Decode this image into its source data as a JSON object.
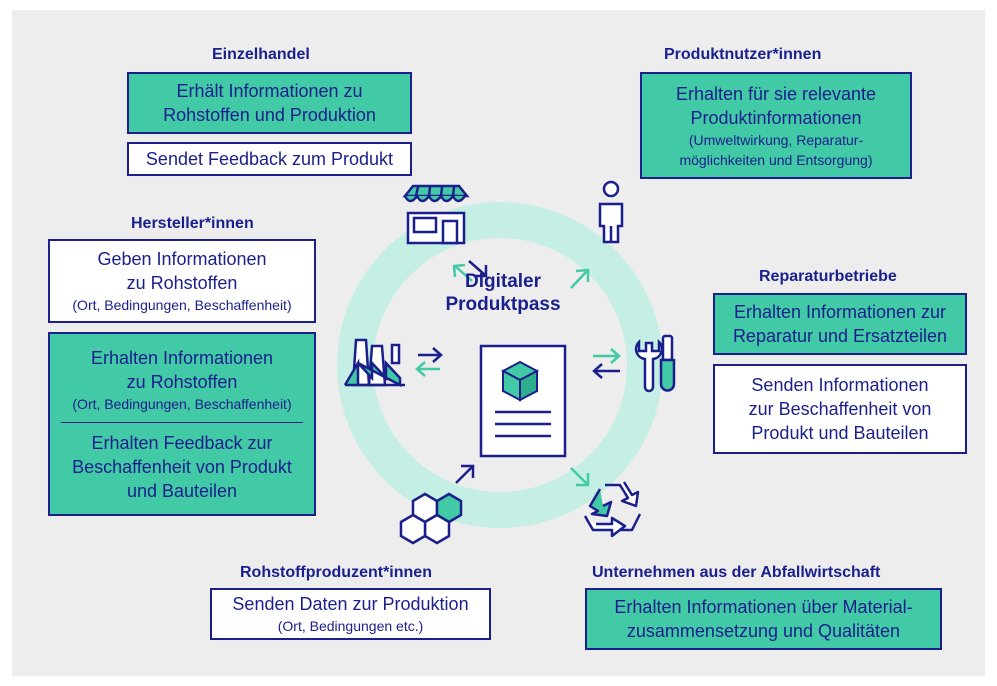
{
  "center": {
    "line1": "Digitaler",
    "line2": "Produktpass"
  },
  "einzelhandel": {
    "title": "Einzelhandel",
    "box1_line1": "Erhält Informationen zu",
    "box1_line2": "Rohstoffen und Produktion",
    "box2": "Sendet Feedback zum Produkt"
  },
  "produktnutzer": {
    "title": "Produktnutzer*innen",
    "line1": "Erhalten für sie relevante",
    "line2": "Produktinformationen",
    "line3": "(Umweltwirkung, Reparatur-",
    "line4": "möglichkeiten und Entsorgung)"
  },
  "hersteller": {
    "title": "Hersteller*innen",
    "box1_line1": "Geben Informationen",
    "box1_line2": "zu Rohstoffen",
    "box1_line3": "(Ort, Bedingungen, Beschaffenheit)",
    "box2_line1": "Erhalten Informationen",
    "box2_line2": "zu Rohstoffen",
    "box2_line3": "(Ort, Bedingungen, Beschaffenheit)",
    "box2_line4": "Erhalten Feedback zur",
    "box2_line5": "Beschaffenheit von Produkt",
    "box2_line6": "und Bauteilen"
  },
  "reparatur": {
    "title": "Reparaturbetriebe",
    "box1_line1": "Erhalten Informationen zur",
    "box1_line2": "Reparatur und Ersatzteilen",
    "box2_line1": "Senden Informationen",
    "box2_line2": "zur Beschaffenheit von",
    "box2_line3": "Produkt und Bauteilen"
  },
  "rohstoff": {
    "title": "Rohstoffproduzent*innen",
    "line1": "Senden Daten zur Produktion",
    "line2": "(Ort, Bedingungen etc.)"
  },
  "abfall": {
    "title": "Unternehmen aus der Abfallwirtschaft",
    "line1": "Erhalten Informationen über Material-",
    "line2": "zusammensetzung und Qualitäten"
  },
  "colors": {
    "navy": "#1a1f8c",
    "teal": "#42c9a6",
    "ring": "#c5efe4",
    "background": "#ededed",
    "arrow_teal": "#42c9a6"
  },
  "icons": [
    "shop-icon",
    "person-icon",
    "factory-icon",
    "tools-icon",
    "hexagons-icon",
    "recycle-icon",
    "document-cube-icon"
  ]
}
